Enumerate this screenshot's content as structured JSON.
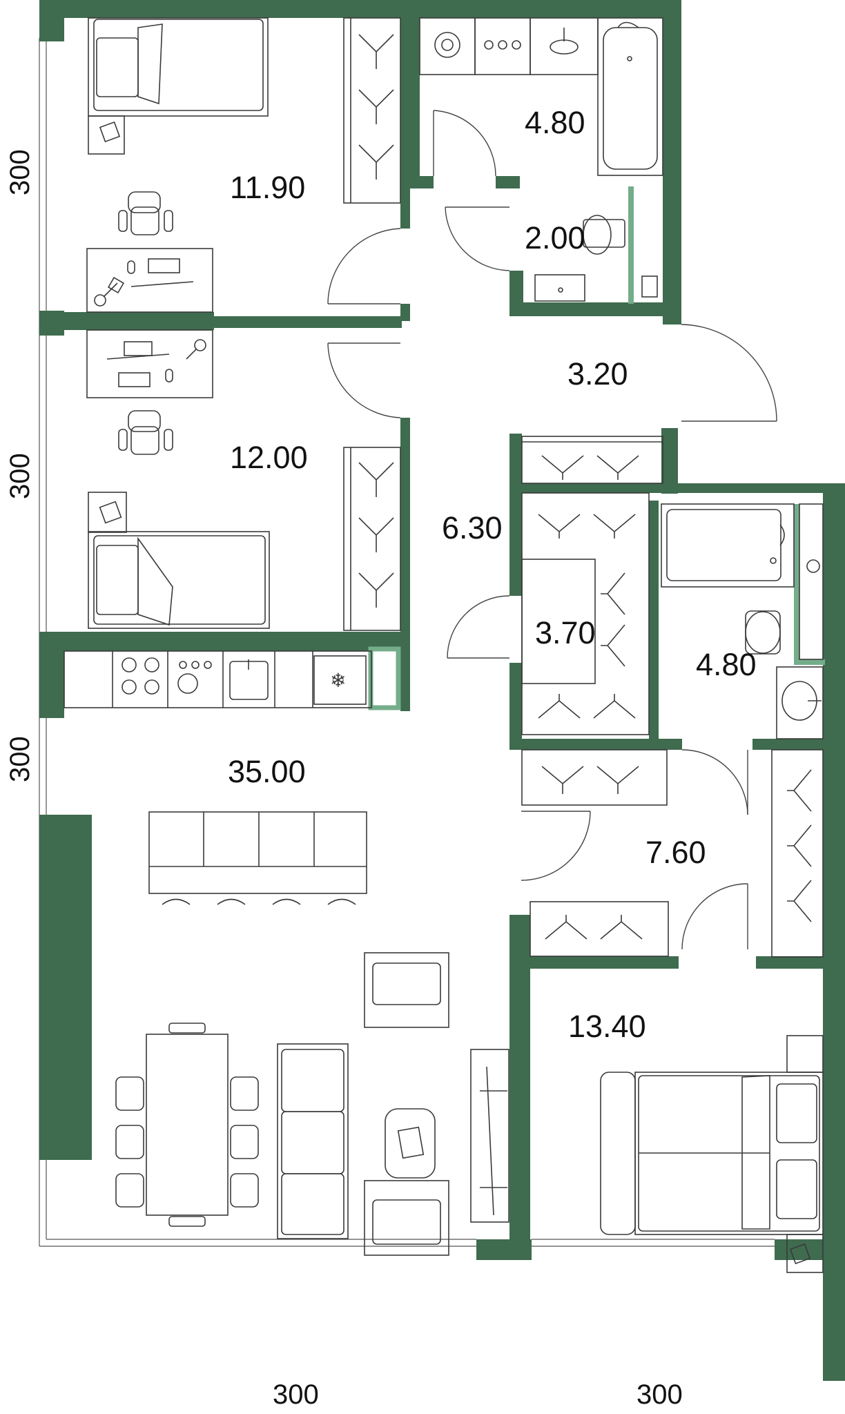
{
  "colors": {
    "wall": "#3f6b4f",
    "partition": "#74ad8a",
    "line": "#3a3a3a"
  },
  "rooms": [
    {
      "id": "bedroom-top",
      "area": "11.90"
    },
    {
      "id": "bathroom-top",
      "area": "4.80"
    },
    {
      "id": "toilet",
      "area": "2.00"
    },
    {
      "id": "hall-top",
      "area": "3.20"
    },
    {
      "id": "bedroom-middle",
      "area": "12.00"
    },
    {
      "id": "corridor",
      "area": "6.30"
    },
    {
      "id": "walk-in-closet",
      "area": "3.70"
    },
    {
      "id": "bathroom-right",
      "area": "4.80"
    },
    {
      "id": "living-kitchen",
      "area": "35.00"
    },
    {
      "id": "hall-lower",
      "area": "7.60"
    },
    {
      "id": "bedroom-master",
      "area": "13.40"
    }
  ],
  "dimensions": {
    "left_top": "300",
    "left_middle": "300",
    "left_bottom": "300",
    "bottom_left": "300",
    "bottom_right": "300"
  }
}
